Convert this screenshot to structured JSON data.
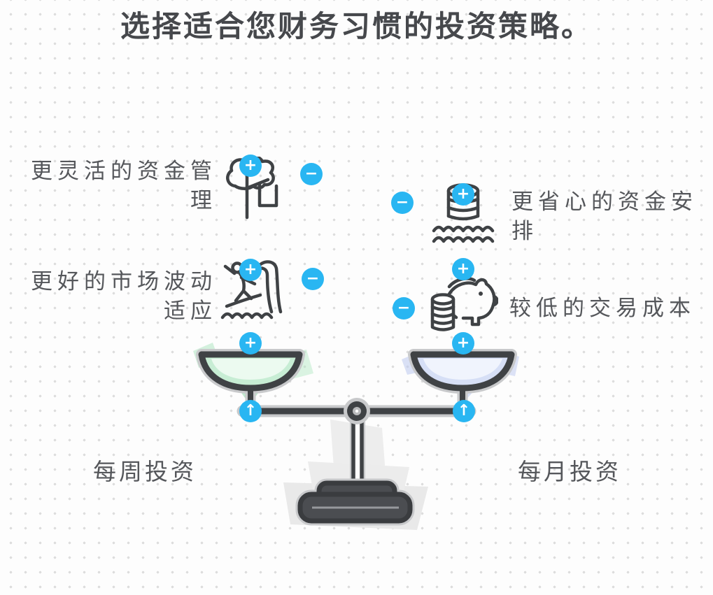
{
  "title": "选择适合您财务习惯的投资策略。",
  "badges": {
    "plus": "+",
    "minus": "−",
    "up_arrow": "↑"
  },
  "left_column": {
    "items": [
      {
        "label": "更灵活的资金管理",
        "icon": "tree-swing-icon"
      },
      {
        "label": "更好的市场波动适应",
        "icon": "surfer-wave-icon"
      }
    ],
    "pan_label": "每周投资"
  },
  "right_column": {
    "items": [
      {
        "label": "更省心的资金安排",
        "icon": "coins-on-water-icon"
      },
      {
        "label": "较低的交易成本",
        "icon": "piggy-bank-coins-icon"
      }
    ],
    "pan_label": "每月投资"
  },
  "colors": {
    "accent_blue": "#29b6f2",
    "ink": "#3f4245",
    "sketch_outline": "#c8c9cb",
    "text": "#55575b",
    "left_pan_fill": "#c7edd4",
    "right_pan_fill": "#d6dff6",
    "background": "#fdfdfd",
    "dot_grid": "#dddddd"
  }
}
